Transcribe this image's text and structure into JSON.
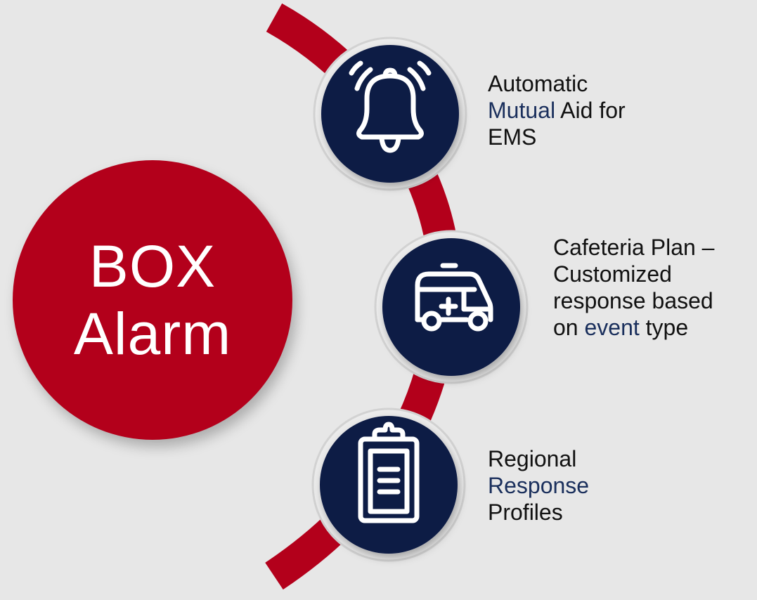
{
  "title": {
    "line1": "BOX",
    "line2": "Alarm"
  },
  "items": [
    {
      "icon": "bell-icon",
      "lines": [
        [
          {
            "t": "Automatic"
          }
        ],
        [
          {
            "t": "Mutual",
            "hl": true
          },
          {
            "t": " Aid for"
          }
        ],
        [
          {
            "t": "EMS"
          }
        ]
      ]
    },
    {
      "icon": "ambulance-icon",
      "lines": [
        [
          {
            "t": "Cafeteria Plan –"
          }
        ],
        [
          {
            "t": "Customized"
          }
        ],
        [
          {
            "t": "response based"
          }
        ],
        [
          {
            "t": "on "
          },
          {
            "t": "event",
            "hl": true
          },
          {
            "t": " type"
          }
        ]
      ]
    },
    {
      "icon": "clipboard-icon",
      "lines": [
        [
          {
            "t": "Regional"
          }
        ],
        [
          {
            "t": "Response",
            "hl": true
          }
        ],
        [
          {
            "t": "Profiles"
          }
        ]
      ]
    }
  ],
  "colors": {
    "background": "#e7e7e7",
    "brand_red": "#b3001b",
    "icon_navy": "#0b1a45",
    "highlight_text": "#1a2f5c",
    "ring": "#d2d2d2"
  }
}
